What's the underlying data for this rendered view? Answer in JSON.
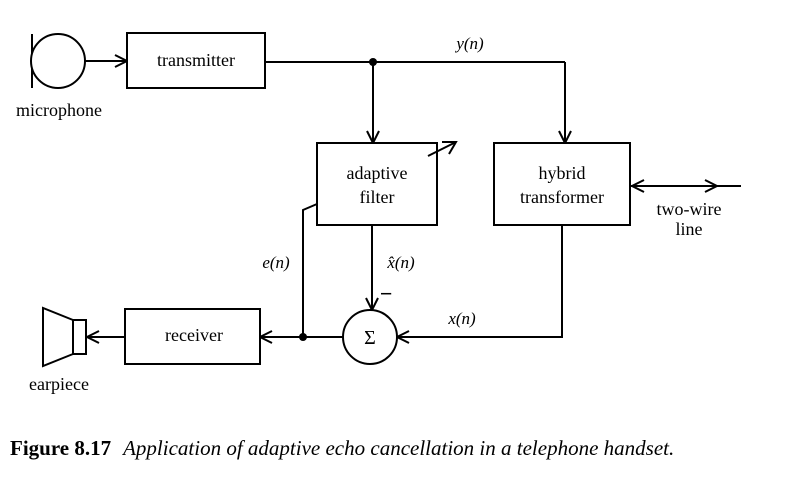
{
  "diagram": {
    "blocks": {
      "transmitter": "transmitter",
      "adaptive_filter": [
        "adaptive",
        "filter"
      ],
      "hybrid_transformer": [
        "hybrid",
        "transformer"
      ],
      "receiver": "receiver",
      "summer_symbol": "Σ"
    },
    "labels": {
      "microphone": "microphone",
      "earpiece": "earpiece",
      "two_wire_line": [
        "two-wire",
        "line"
      ]
    },
    "signals": {
      "y": "y(n)",
      "x": "x(n)",
      "e": "e(n)",
      "x_hat": "x̂(n)",
      "minus_sign": "−"
    }
  },
  "caption": {
    "label": "Figure 8.17",
    "text": "Application of adaptive echo cancellation in a telephone handset."
  }
}
